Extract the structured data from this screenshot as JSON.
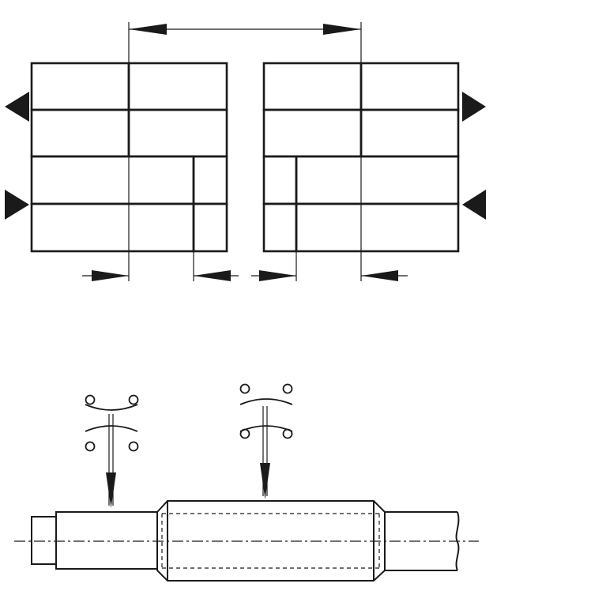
{
  "colors": {
    "line": "#1a1a1a",
    "fill_gray": "#939598",
    "fill_white": "#ffffff"
  },
  "icons": {
    "triangle_pointer": "black-triangle-icon",
    "dimension_arrow": "arrowhead-icon",
    "movement_symbol": "circles-and-arcs-icon"
  },
  "left_block_pattern": [
    [
      "white",
      "gray"
    ],
    [
      "gray",
      "white"
    ],
    [
      "white",
      "gray-end"
    ],
    [
      "gray",
      "white-end"
    ]
  ],
  "right_block_pattern": [
    [
      "gray",
      "white"
    ],
    [
      "white",
      "gray"
    ],
    [
      "gray-start",
      "white"
    ],
    [
      "white-start",
      "gray"
    ]
  ]
}
